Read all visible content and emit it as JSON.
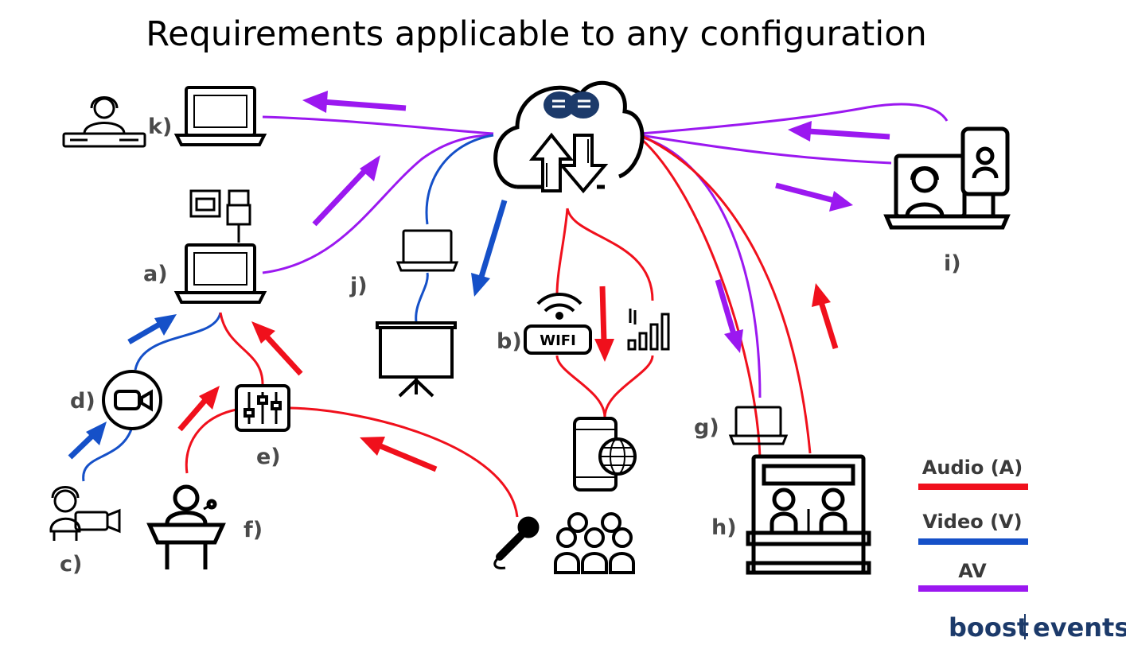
{
  "title": "Requirements applicable to any configuration",
  "colors": {
    "audio": "#f0101c",
    "video": "#1550c8",
    "av": "#9b18f0",
    "brand": "#1c3a6a",
    "label": "#4a4a4a"
  },
  "nodes": {
    "a": {
      "label": "a)",
      "icon": "laptop-with-ethernet-icon"
    },
    "b": {
      "label": "b)",
      "icon": "wifi-and-cellular-icon"
    },
    "c": {
      "label": "c)",
      "icon": "camera-operator-icon"
    },
    "d": {
      "label": "d)",
      "icon": "video-camera-icon"
    },
    "e": {
      "label": "e)",
      "icon": "audio-mixer-icon"
    },
    "f": {
      "label": "f)",
      "icon": "speaker-podium-icon"
    },
    "g": {
      "label": "g)",
      "icon": "laptop-icon"
    },
    "h": {
      "label": "h)",
      "icon": "interpreter-booth-icon"
    },
    "i": {
      "label": "i)",
      "icon": "remote-participants-icon"
    },
    "j": {
      "label": "j)",
      "icon": "projector-screen-icon"
    },
    "k": {
      "label": "k)",
      "icon": "technician-laptop-icon"
    }
  },
  "legend": {
    "audio": "Audio (A)",
    "video": "Video (V)",
    "av": "AV"
  },
  "brand": {
    "part1": "boost",
    "part2": "events"
  }
}
